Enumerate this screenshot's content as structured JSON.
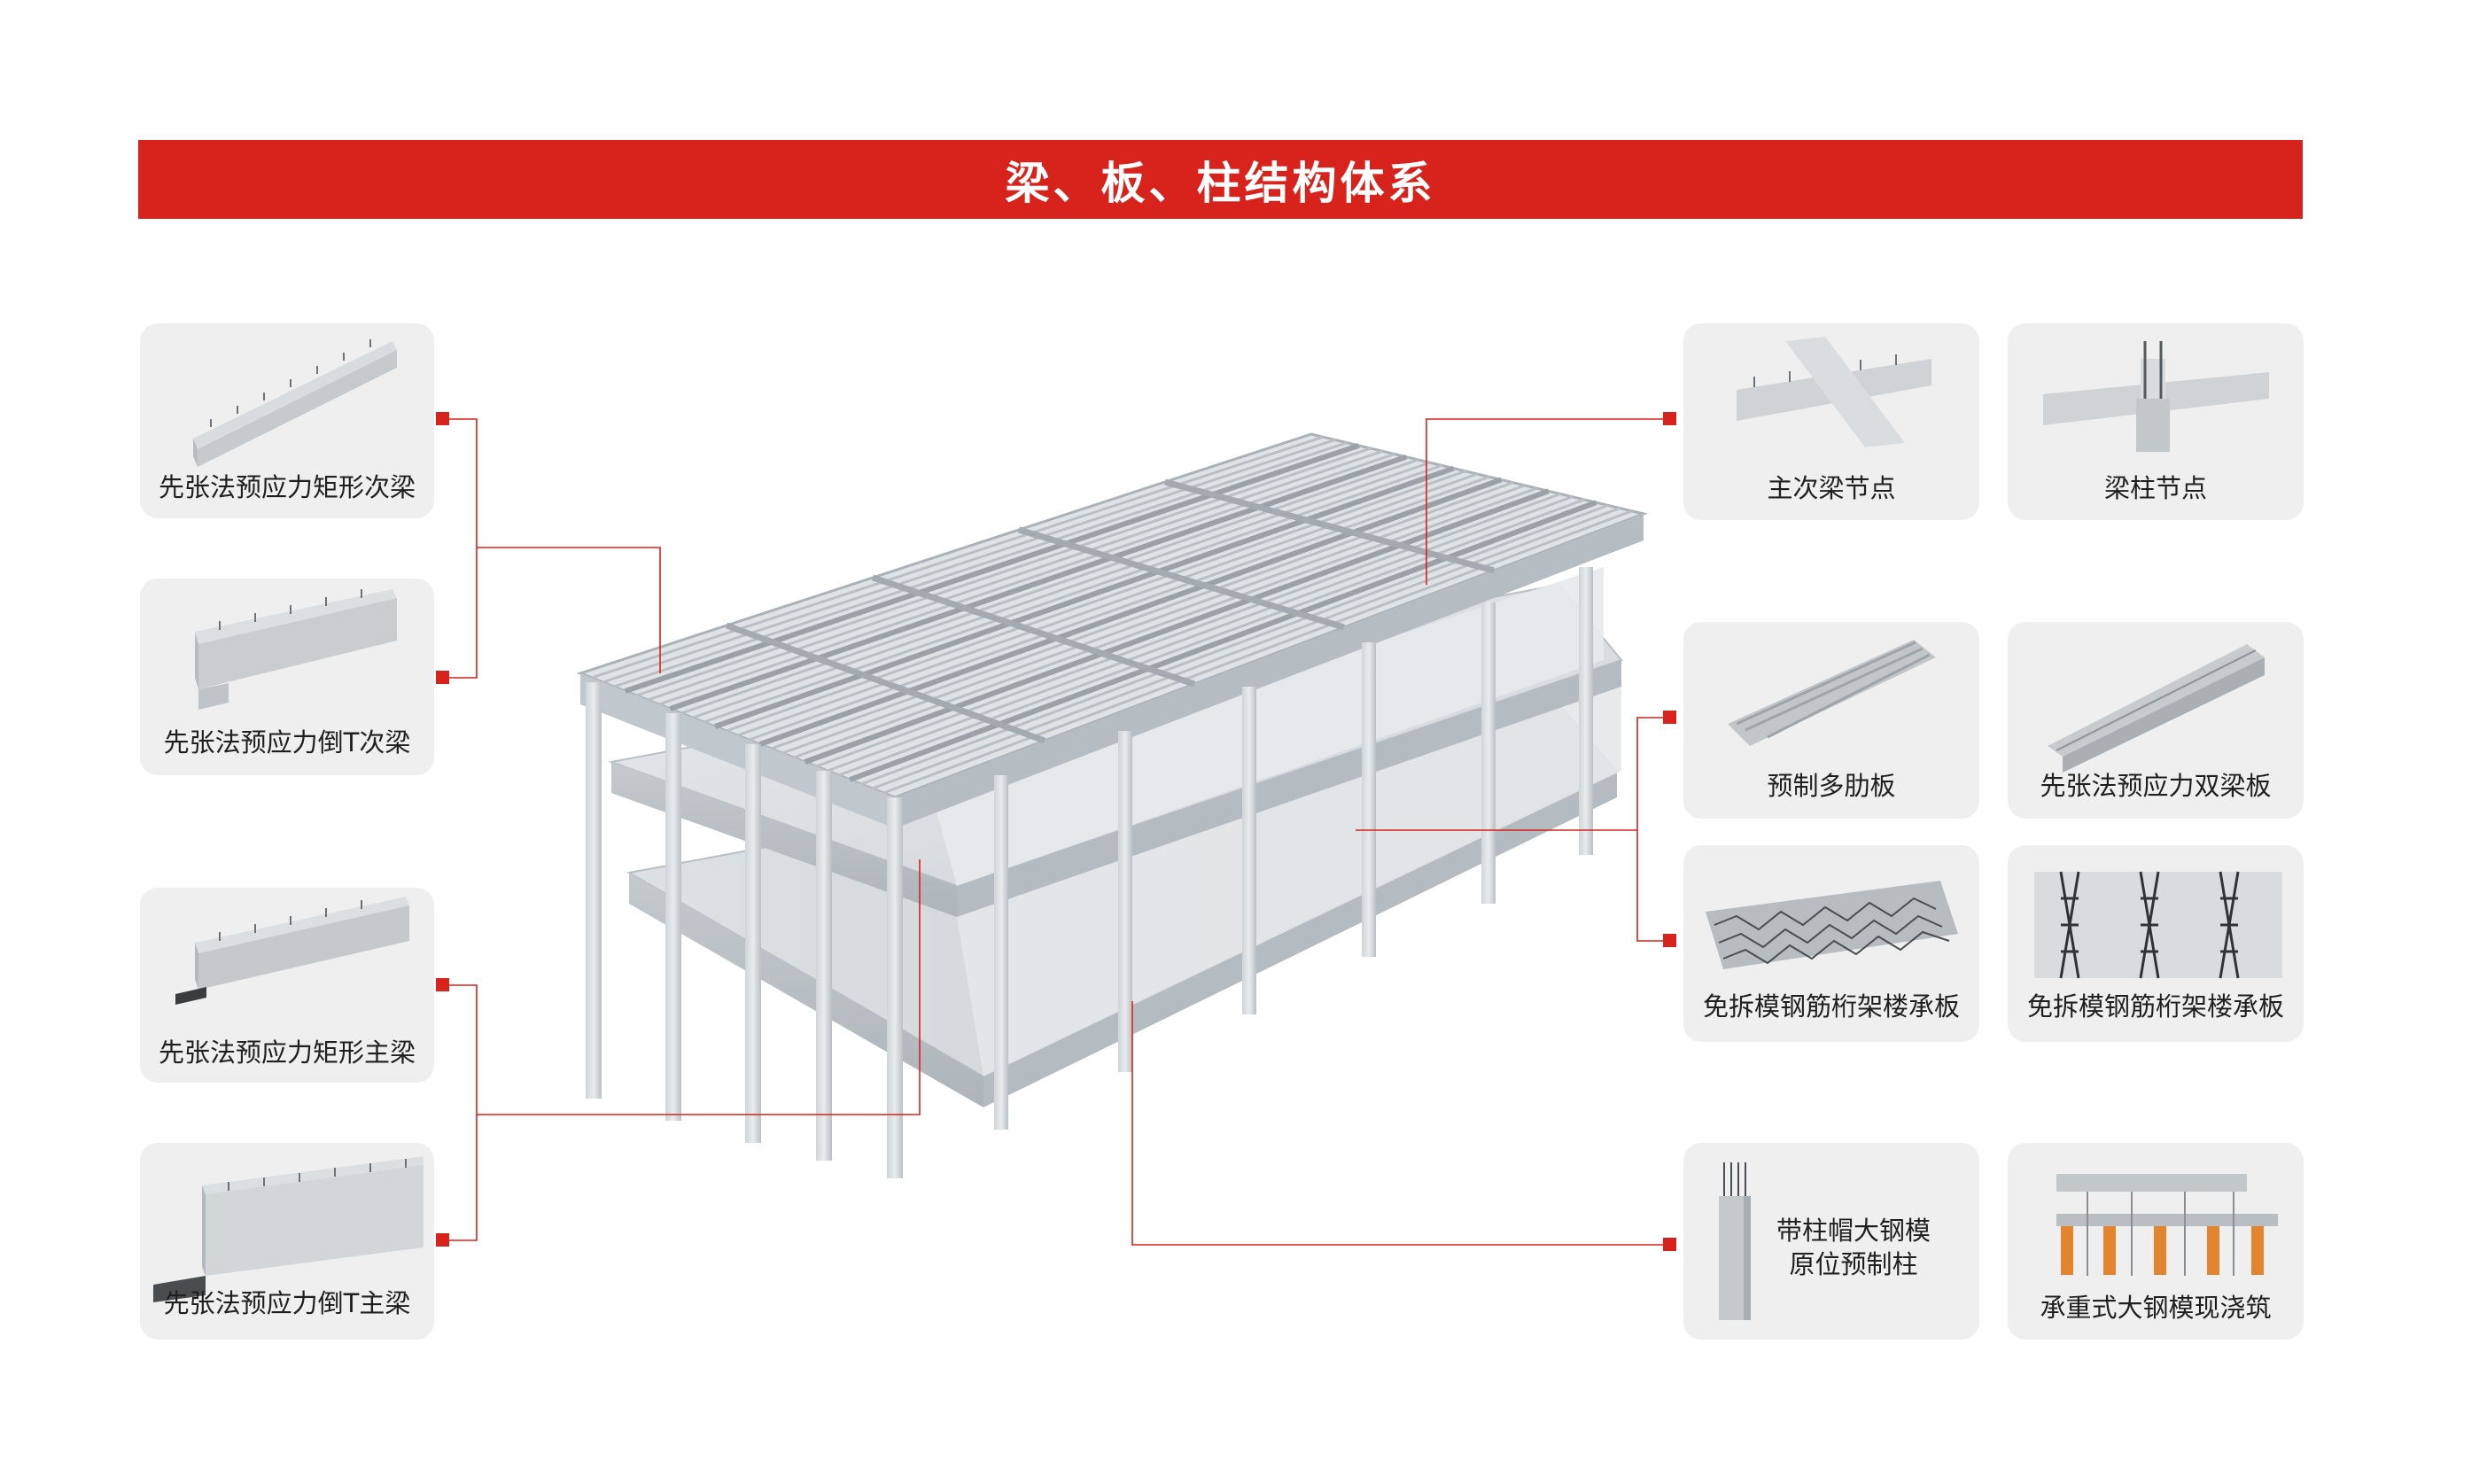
{
  "banner": {
    "title": "梁、板、柱结构体系"
  },
  "left_items": [
    {
      "label": "先张法预应力矩形次梁"
    },
    {
      "label": "先张法预应力倒T次梁"
    },
    {
      "label": "先张法预应力矩形主梁"
    },
    {
      "label": "先张法预应力倒T主梁"
    }
  ],
  "right_items": [
    {
      "label": "主次梁节点"
    },
    {
      "label": "梁柱节点"
    },
    {
      "label": "预制多肋板"
    },
    {
      "label": "先张法预应力双梁板"
    },
    {
      "label": "免拆模钢筋桁架楼承板"
    },
    {
      "label": "免拆模钢筋桁架楼承板"
    },
    {
      "label_line1": "带柱帽大钢模",
      "label_line2": "原位预制柱"
    },
    {
      "label": "承重式大钢模现浇筑"
    }
  ],
  "colors": {
    "accent": "#d7231c",
    "card": "#efefef",
    "concrete": "#d6dadd",
    "text": "#1f1f1f"
  }
}
